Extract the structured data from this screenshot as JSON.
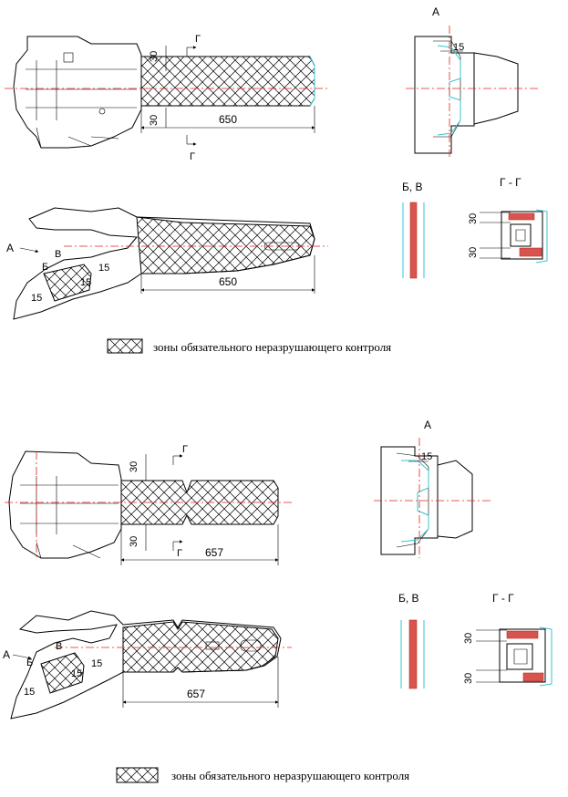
{
  "upper": {
    "view_a_label": "А",
    "section_bv_label": "Б, В",
    "section_gg_label": "Г - Г",
    "cut_letter_top": "Г",
    "cut_letter_bottom": "Г",
    "dim_length": "650",
    "dim_30_top": "30",
    "dim_30_bottom": "30",
    "dim_15_view_a": "15",
    "side_a": "А",
    "side_b": "Б",
    "side_v": "В",
    "side_15_a": "15",
    "side_15_b": "15",
    "side_15_c": "15",
    "side_dim_length": "650",
    "gg_dim_30_top": "30",
    "gg_dim_30_bottom": "30",
    "legend_text": "зоны обязательного неразрушающего контроля"
  },
  "lower": {
    "view_a_label": "А",
    "section_bv_label": "Б, В",
    "section_gg_label": "Г - Г",
    "cut_letter_top": "Г",
    "cut_letter_bottom": "Г",
    "dim_length": "657",
    "dim_30_top": "30",
    "dim_30_bottom": "30",
    "dim_15_view_a": "15",
    "side_a": "А",
    "side_b": "Б",
    "side_v": "В",
    "side_15_a": "15",
    "side_15_b": "15",
    "side_15_c": "15",
    "side_dim_length": "657",
    "gg_dim_30_top": "30",
    "gg_dim_30_bottom": "30",
    "legend_text": "зоны обязательного неразрушающего контроля"
  },
  "colors": {
    "axis": "#e2231a",
    "highlight": "#35c6d2",
    "weld_strip": "#d9534f"
  }
}
